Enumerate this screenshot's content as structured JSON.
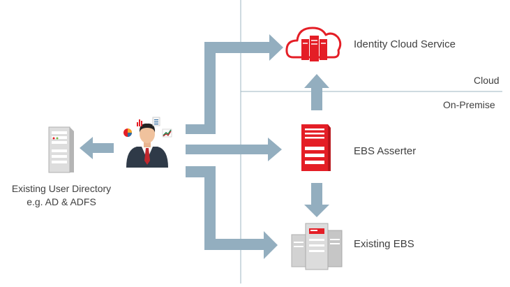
{
  "nodes": {
    "identity_cloud": {
      "label": "Identity Cloud Service"
    },
    "ebs_asserter": {
      "label": "EBS Asserter"
    },
    "existing_ebs": {
      "label": "Existing EBS"
    },
    "user_directory": {
      "line1": "Existing User Directory",
      "line2": "e.g. AD & ADFS"
    }
  },
  "zones": {
    "cloud": "Cloud",
    "on_premise": "On-Premise"
  },
  "colors": {
    "arrow": "#93aebf",
    "brand_red": "#e41e26",
    "divider": "#9db4c2",
    "text": "#3f3f3f",
    "server_gray": "#c8c8c8"
  },
  "icons": [
    "cloud-server-icon",
    "red-server-icon",
    "gray-server-cluster-icon",
    "gray-server-icon",
    "user-avatar-icon",
    "bar-chart-icon",
    "pie-chart-icon",
    "document-icon",
    "line-chart-icon"
  ]
}
